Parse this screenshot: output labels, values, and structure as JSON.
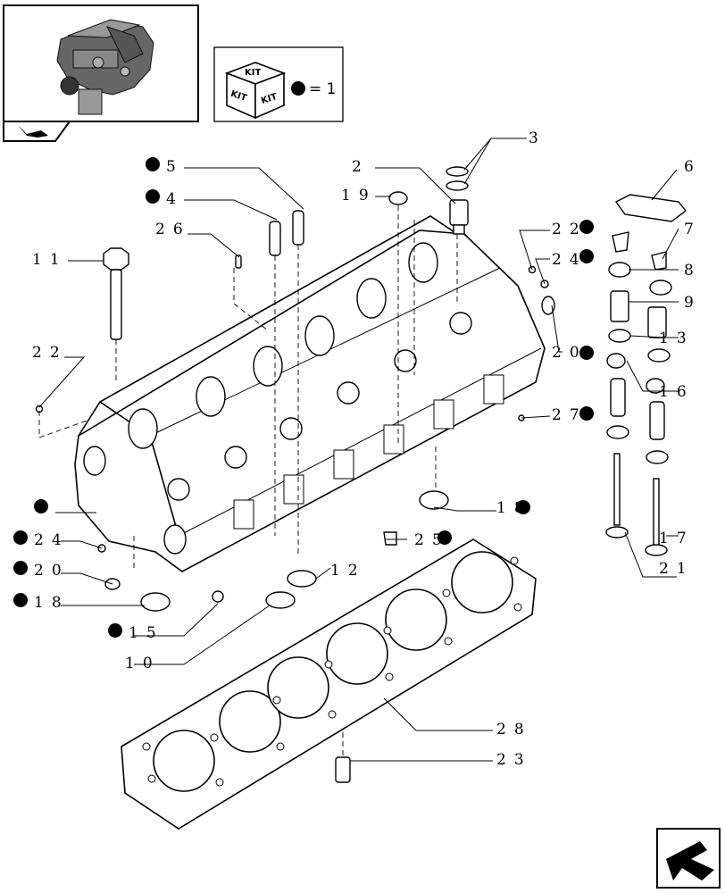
{
  "kit_legend": {
    "box_label": "KIT",
    "equation": "= 1"
  },
  "callouts": [
    {
      "id": "c3",
      "label": "3"
    },
    {
      "id": "c6",
      "label": "6"
    },
    {
      "id": "c5",
      "label": "5",
      "kit": true
    },
    {
      "id": "c2",
      "label": "2"
    },
    {
      "id": "c4",
      "label": "4",
      "kit": true
    },
    {
      "id": "c19",
      "label": "19"
    },
    {
      "id": "c26",
      "label": "26"
    },
    {
      "id": "c22a",
      "label": "22",
      "kit": true
    },
    {
      "id": "c7",
      "label": "7"
    },
    {
      "id": "c11",
      "label": "11"
    },
    {
      "id": "c24a",
      "label": "24",
      "kit": true
    },
    {
      "id": "c8",
      "label": "8"
    },
    {
      "id": "c9",
      "label": "9"
    },
    {
      "id": "c22b",
      "label": "22"
    },
    {
      "id": "c13",
      "label": "13"
    },
    {
      "id": "c20a",
      "label": "20",
      "kit": true
    },
    {
      "id": "c16",
      "label": "16"
    },
    {
      "id": "c27",
      "label": "27",
      "kit": true
    },
    {
      "id": "c1",
      "label": "",
      "kit": true
    },
    {
      "id": "c18a",
      "label": "18",
      "kit": true
    },
    {
      "id": "c24b",
      "label": "24",
      "kit": true
    },
    {
      "id": "c25",
      "label": "25",
      "kit": true
    },
    {
      "id": "c17",
      "label": "17"
    },
    {
      "id": "c20b",
      "label": "20",
      "kit": true
    },
    {
      "id": "c12",
      "label": "12"
    },
    {
      "id": "c21",
      "label": "21"
    },
    {
      "id": "c18b",
      "label": "18",
      "kit": true
    },
    {
      "id": "c15",
      "label": "15",
      "kit": true
    },
    {
      "id": "c10",
      "label": "10"
    },
    {
      "id": "c28",
      "label": "28"
    },
    {
      "id": "c23",
      "label": "23"
    }
  ]
}
